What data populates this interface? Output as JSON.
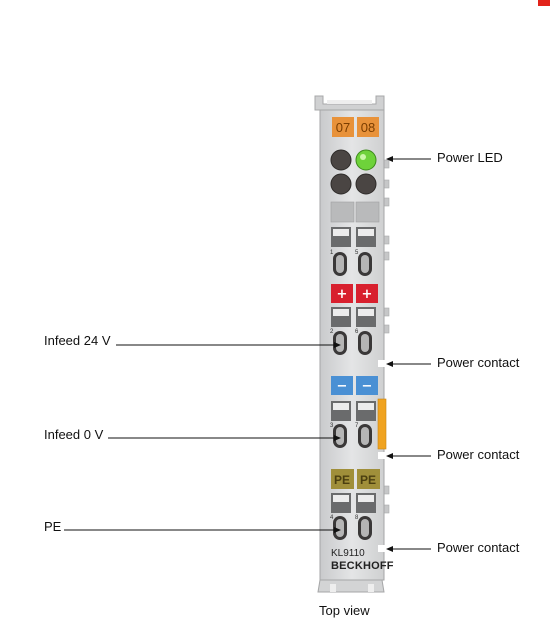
{
  "module": {
    "channel_labels": [
      "07",
      "08"
    ],
    "plus_sign": "+",
    "minus_sign": "−",
    "pe_label": "PE",
    "terminal_numbers": [
      "1",
      "5",
      "2",
      "6",
      "3",
      "7",
      "4",
      "8"
    ],
    "model": "KL9110",
    "brand": "BECKHOFF"
  },
  "callouts": {
    "power_led": "Power LED",
    "infeed_24v": "Infeed 24 V",
    "power_contact_1": "Power contact",
    "infeed_0v": "Infeed 0 V",
    "power_contact_2": "Power contact",
    "pe": "PE",
    "power_contact_3": "Power contact"
  },
  "caption": "Top view",
  "colors": {
    "body": "#d9dadb",
    "orange_tag": "#e8923a",
    "led_green": "#6ed23a",
    "plus_red": "#d8202e",
    "minus_blue": "#4a90d4",
    "pe_olive": "#a08f3a",
    "power_contact_orange": "#f0a320",
    "accent_red": "#e2231a"
  }
}
